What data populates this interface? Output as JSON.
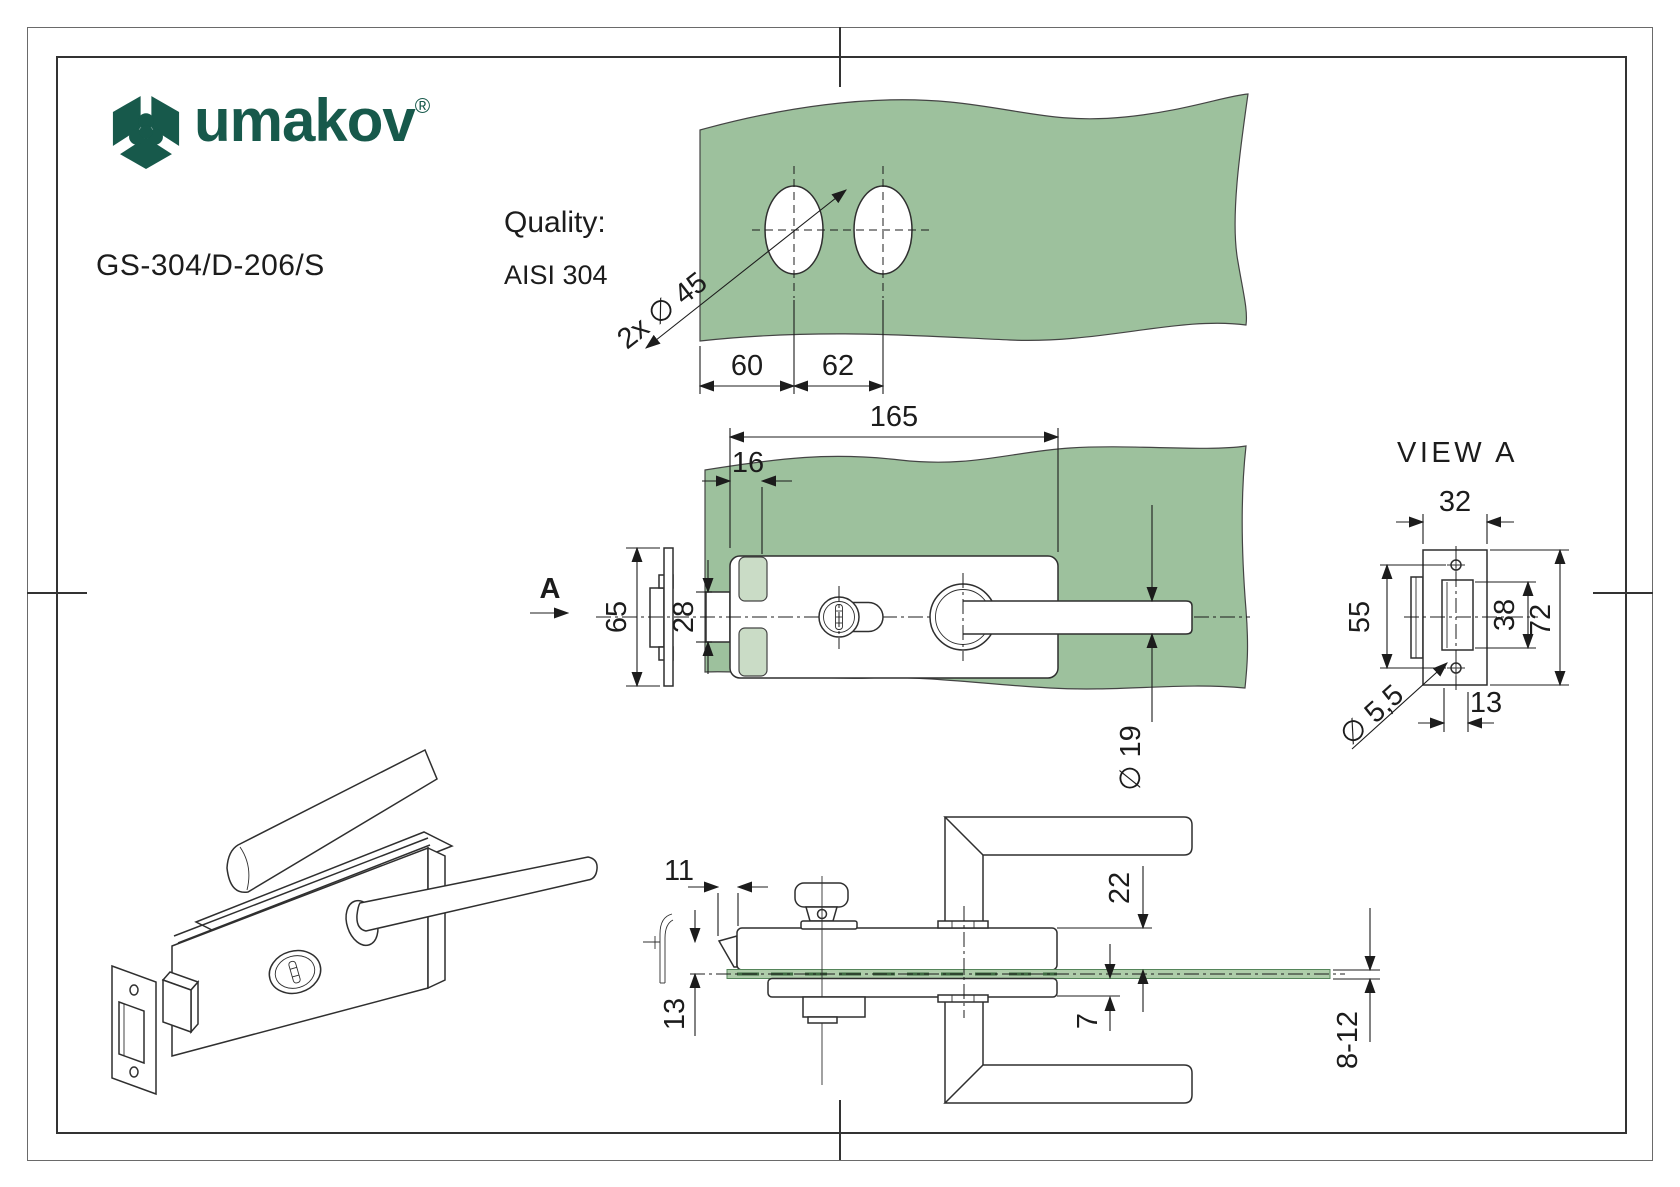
{
  "header": {
    "brand": "umakov",
    "registered": "®",
    "product_code": "GS-304/D-206/S",
    "quality_label": "Quality:",
    "quality_value": "AISI 304"
  },
  "colors": {
    "glass_green": "#9dc19d",
    "glass_light": "#cadcc6",
    "glass_side": "#aecdaa",
    "logo_green": "#17594b",
    "line": "#2f2f2f"
  },
  "views": {
    "top": {
      "hole_label": "2x ∅ 45",
      "dim_edge_to_hole": "60",
      "dim_hole_to_hole": "62"
    },
    "front": {
      "view_arrow_label": "A",
      "dim_length": "165",
      "dim_clamp": "16",
      "dim_plate_height": "65",
      "dim_latch_height": "28",
      "dim_handle_dia": "∅ 19"
    },
    "view_a": {
      "title": "VIEW A",
      "dim_width": "32",
      "dim_screw_span": "55",
      "dim_opening": "38",
      "dim_height": "72",
      "dim_screw_dia": "∅ 5,5",
      "dim_offset": "13"
    },
    "side": {
      "dim_latch": "11",
      "dim_strike": "13",
      "dim_above_glass": "22",
      "dim_below_glass": "7",
      "dim_glass_thickness": "8-12"
    }
  }
}
